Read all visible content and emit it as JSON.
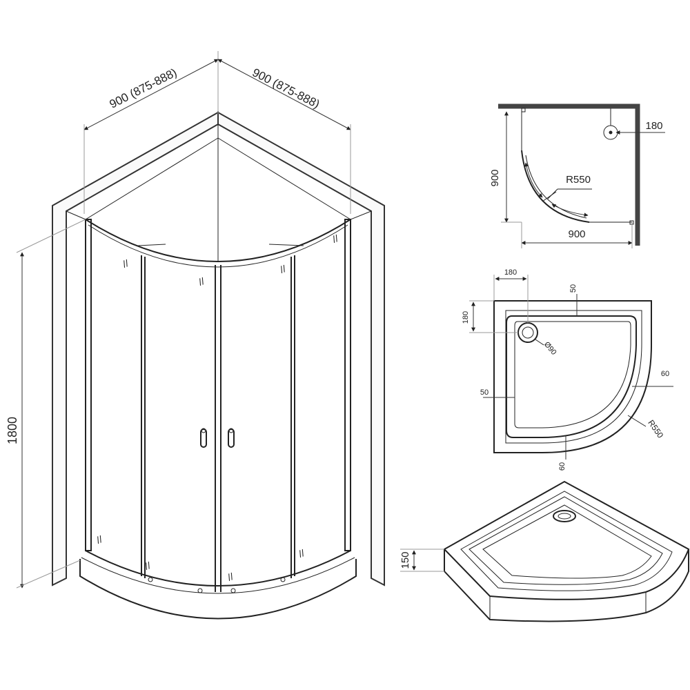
{
  "main_view": {
    "width_left_label": "900 (875-888)",
    "width_right_label": "900 (875-888)",
    "height_label": "1800"
  },
  "top_view": {
    "width_label": "900",
    "depth_label": "900",
    "radius_label": "R550",
    "drain_offset_label": "180"
  },
  "tray_plan": {
    "drain_x_label": "180",
    "drain_y_label": "180",
    "top_rim_label": "50",
    "left_rim_label": "50",
    "right_rim_label": "60",
    "bottom_rim_label": "60",
    "drain_diameter_label": "Ø90",
    "radius_label": "R550"
  },
  "tray_iso": {
    "height_label": "150"
  },
  "colors": {
    "line": "#222222",
    "wall_fill": "#fafafa"
  }
}
